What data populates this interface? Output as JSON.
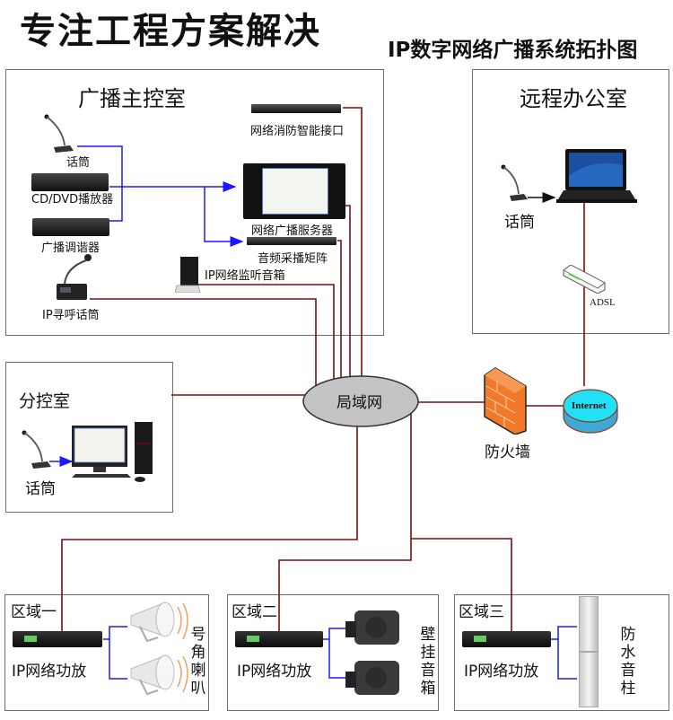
{
  "title": "专注工程方案解决",
  "subtitle": "IP数字网络广播系统拓扑图",
  "colors": {
    "network_line": "#7a0d0d",
    "audio_line": "#1a1aff",
    "border": "#6e6e6e",
    "lan_fill": "#c4c4c4",
    "internet_fill": "#22e0f5",
    "firewall": "#f07a2a"
  },
  "main_room": {
    "title": "广播主控室",
    "devices": {
      "fire_interface": "网络消防智能接口",
      "microphone": "话筒",
      "cd_dvd": "CD/DVD播放器",
      "server": "网络广播服务器",
      "tuner": "广播调谐器",
      "matrix": "音频采播矩阵",
      "monitor_speaker": "IP网络监听音箱",
      "ip_paging_mic": "IP寻呼话筒"
    }
  },
  "remote_office": {
    "title": "远程办公室",
    "devices": {
      "microphone": "话筒",
      "adsl": "ADSL"
    }
  },
  "sub_control": {
    "title": "分控室",
    "devices": {
      "microphone": "话筒"
    }
  },
  "network": {
    "lan": "局域网",
    "firewall": "防火墙",
    "internet": "Internet"
  },
  "zones": [
    {
      "title": "区域一",
      "amp": "IP网络功放",
      "speaker_label": "号角喇叭"
    },
    {
      "title": "区域二",
      "amp": "IP网络功放",
      "speaker_label": "壁挂音箱"
    },
    {
      "title": "区域三",
      "amp": "IP网络功放",
      "speaker_label": "防水音柱"
    }
  ]
}
